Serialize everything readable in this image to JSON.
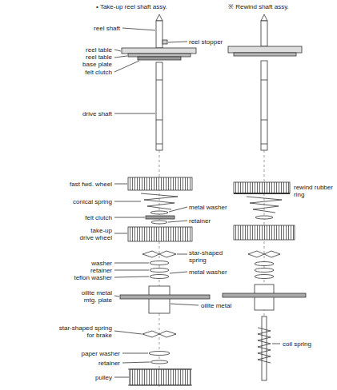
{
  "diagram": {
    "labels": [
      "• Take-up reel shaft assy.",
      "※ Rewind shaft assy.",
      "reel shaft",
      "reel stopper",
      "reel table",
      "reel table base plate",
      "felt clutch",
      "drive shaft",
      "fast fwd. wheel",
      "conical spring",
      "metal washer",
      "felt clutch",
      "retainer",
      "take-up drive wheel",
      "star-shaped spring",
      "washer",
      "retainer",
      "metal washer",
      "teflon washer",
      "oilite metal mtg. plate",
      "oilite metal",
      "star-shaped spring for brake",
      "paper washer",
      "retainer",
      "pulley",
      "rewind rubber ring",
      "coil spring"
    ]
  }
}
